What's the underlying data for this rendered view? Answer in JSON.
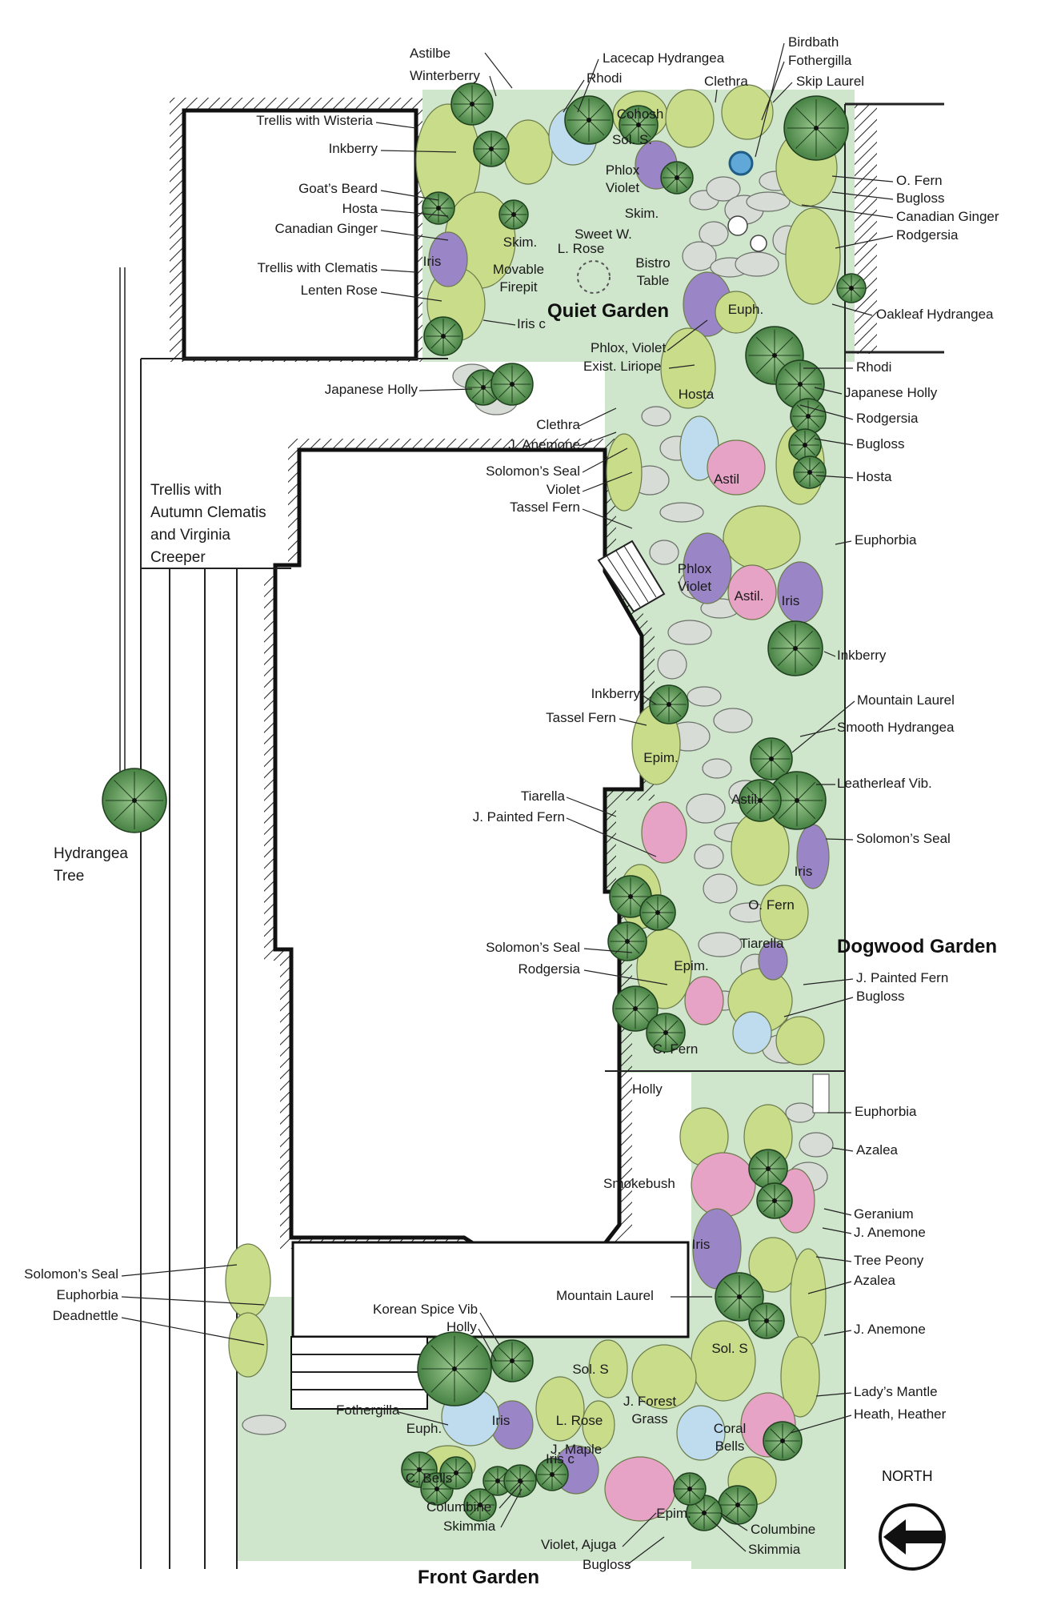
{
  "areas": {
    "quiet": "Quiet Garden",
    "dogwood": "Dogwood Garden",
    "front": "Front Garden"
  },
  "compass": {
    "label": "NORTH"
  },
  "colors": {
    "lawn": "#cfe6cc",
    "shrub_dark": "#4f8a4a",
    "shrub_light": "#c9dc8a",
    "iris": "#9a86c6",
    "astilbe": "#e7a3c6",
    "pond": "#bfdcef",
    "stone": "#d8dcd6"
  },
  "labels": {
    "astilbe": "Astilbe",
    "winterberry": "Winterberry",
    "lacecap": "Lacecap Hydrangea",
    "rhodi_top": "Rhodi",
    "birdbath": "Birdbath",
    "fothergilla_top": "Fothergilla",
    "clethra_top": "Clethra",
    "skip_laurel": "Skip Laurel",
    "trellis_wisteria": "Trellis with Wisteria",
    "inkberry_left": "Inkberry",
    "goats_beard": "Goat’s Beard",
    "hosta_left": "Hosta",
    "canadian_ginger_left": "Canadian Ginger",
    "trellis_clematis": "Trellis with Clematis",
    "lenten_rose": "Lenten Rose",
    "o_fern_right": "O. Fern",
    "bugloss_right1": "Bugloss",
    "canadian_ginger_right": "Canadian Ginger",
    "rodgersia_right1": "Rodgersia",
    "oakleaf": "Oakleaf Hydrangea",
    "rhodi_right": "Rhodi",
    "japanese_holly_right": "Japanese Holly",
    "rodgersia_right2": "Rodgersia",
    "bugloss_right2": "Bugloss",
    "hosta_right": "Hosta",
    "euphorbia_right1": "Euphorbia",
    "inkberry_right": "Inkberry",
    "japanese_holly_left": "Japanese Holly",
    "iris_c_top": "Iris c",
    "phlox_violet": "Phlox, Violet",
    "exist_liriope": "Exist. Liriope",
    "clethra_mid": "Clethra",
    "j_anemone_mid": "J. Anemone",
    "solomons_seal_mid": "Solomon’s Seal",
    "violet_mid": "Violet",
    "tassel_fern_mid": "Tassel Fern",
    "trellis_autumn": "Trellis with\nAutumn Clematis\nand Virginia\nCreeper",
    "hydrangea_tree": "Hydrangea\nTree",
    "inkberry_center": "Inkberry",
    "tassel_fern_center": "Tassel Fern",
    "tiarella_left": "Tiarella",
    "j_painted_fern_left": "J. Painted Fern",
    "mountain_laurel_right": "Mountain Laurel",
    "smooth_hydrangea": "Smooth Hydrangea",
    "leatherleaf": "Leatherleaf Vib.",
    "solomons_seal_right": "Solomon’s Seal",
    "solomons_seal_center": "Solomon’s Seal",
    "rodgersia_center": "Rodgersia",
    "j_painted_fern_right": "J. Painted Fern",
    "bugloss_right3": "Bugloss",
    "euphorbia_right2": "Euphorbia",
    "azalea_1": "Azalea",
    "geranium": "Geranium",
    "j_anemone_right1": "J. Anemone",
    "tree_peony": "Tree Peony",
    "azalea_2": "Azalea",
    "j_anemone_right2": "J. Anemone",
    "ladys_mantle": "Lady’s Mantle",
    "heath_heather": "Heath, Heather",
    "holly_center": "Holly",
    "smokebush": "Smokebush",
    "mountain_laurel_center": "Mountain Laurel",
    "solomons_seal_front": "Solomon’s Seal",
    "euphorbia_front": "Euphorbia",
    "deadnettle": "Deadnettle",
    "korean_spice": "Korean Spice Vib",
    "holly_front": "Holly",
    "fothergilla_front": "Fothergilla",
    "columbine_left": "Columbine",
    "skimmia_left": "Skimmia",
    "j_maple": "J. Maple",
    "violet_ajuga": "Violet, Ajuga",
    "bugloss_front": "Bugloss",
    "columbine_right": "Columbine",
    "skimmia_right": "Skimmia"
  },
  "inbed": {
    "cohosh": "Cohosh",
    "sol_s_top": "Sol. S.",
    "phlox_violet_top": "Phlox\nViolet",
    "skim_top": "Skim.",
    "sweet_w": "Sweet W.",
    "l_rose_top": "L. Rose",
    "skim_left": "Skim.",
    "iris_top": "Iris",
    "movable_firepit": "Movable\nFirepit",
    "bistro_table": "Bistro\nTable",
    "euph_top": "Euph.",
    "hosta_mid": "Hosta",
    "astil_mid": "Astil",
    "phlox_violet_mid": "Phlox\nViolet",
    "astil_lower": "Astil.",
    "iris_mid": "Iris",
    "epim_1": "Epim.",
    "astil_2": "Astil",
    "iris_2": "Iris",
    "o_fern_in": "O. Fern",
    "tiarella_in": "Tiarella",
    "epim_2": "Epim.",
    "c_fern": "C. Fern",
    "iris_3": "Iris",
    "sol_s_front": "Sol. S",
    "sol_s_front2": "Sol. S",
    "j_forest_grass": "J. Forest\nGrass",
    "l_rose_front": "L. Rose",
    "iris_front": "Iris",
    "euph_front": "Euph.",
    "coral_bells": "Coral\nBells",
    "iris_c_front": "Iris c",
    "c_bells": "C. Bells",
    "epim_front": "Epim."
  }
}
